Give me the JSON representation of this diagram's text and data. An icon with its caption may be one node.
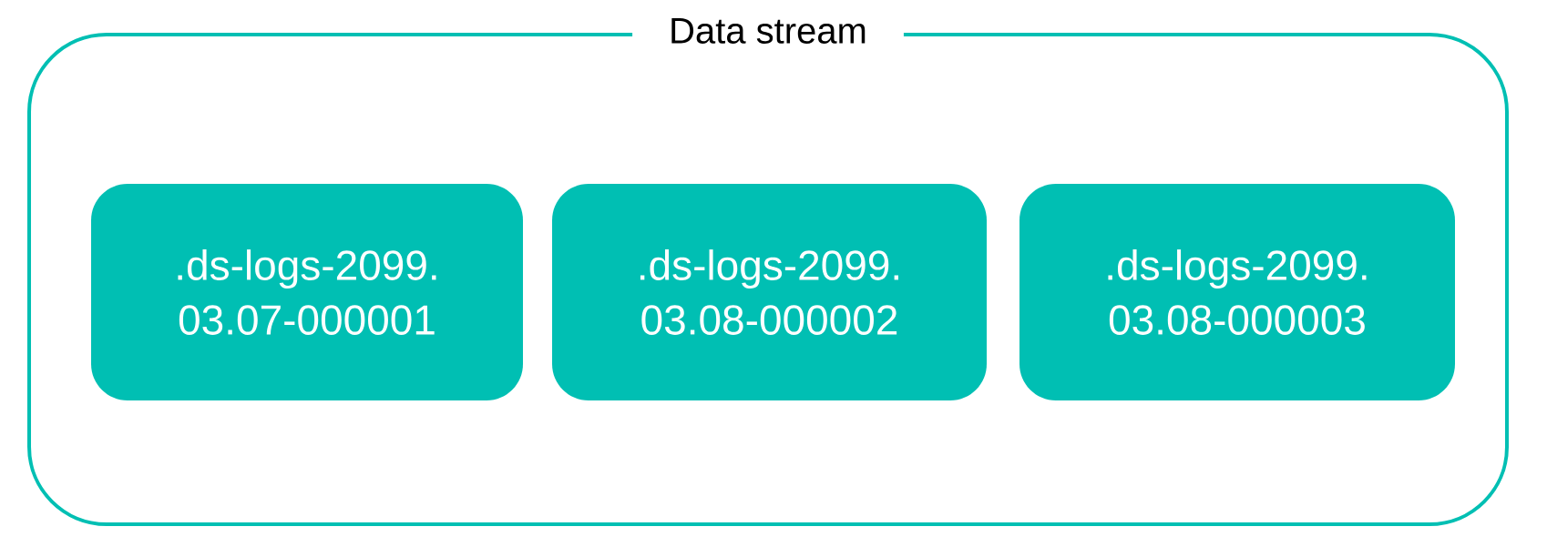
{
  "diagram": {
    "nodes": [
      {
        "text": [
          "Data stream"
        ]
      },
      {
        "text": [
          ".ds-logs-2099. 03.07-000001"
        ],
        "in": 0
      },
      {
        "text": [
          ".ds-logs-2099. 03.08-000002"
        ],
        "in": 0
      },
      {
        "text": [
          ".ds-logs-2099. 03.08-000003"
        ],
        "in": 0
      }
    ]
  }
}
